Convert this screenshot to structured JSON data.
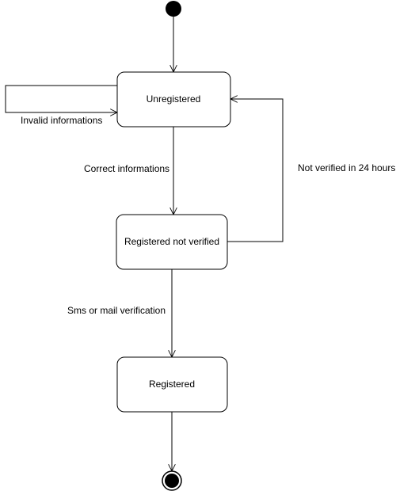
{
  "diagram": {
    "type": "state-machine",
    "states": {
      "unregistered": "Unregistered",
      "registered_not_verified": "Registered not verified",
      "registered": "Registered"
    },
    "transitions": {
      "invalid_informations": "Invalid informations",
      "correct_informations": "Correct informations",
      "not_verified_24h": "Not verified in 24 hours",
      "sms_mail_verification": "Sms or mail verification"
    }
  }
}
